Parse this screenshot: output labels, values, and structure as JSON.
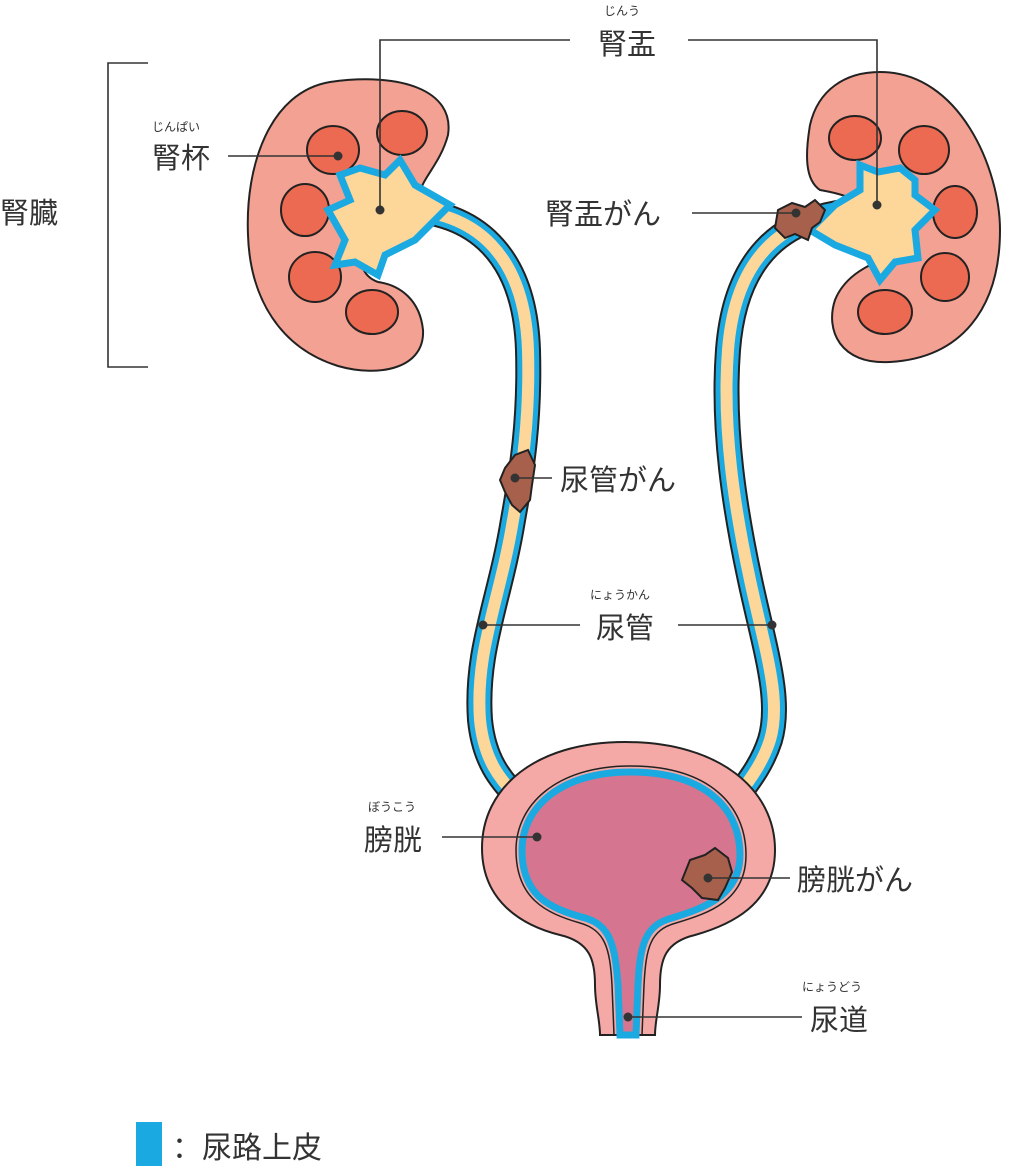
{
  "labels": {
    "kidney": "腎臓",
    "calyx": {
      "text": "腎杯",
      "ruby": "じんぱい"
    },
    "pelvis": {
      "text": "腎盂",
      "ruby": "じんう"
    },
    "pelvis_cancer": "腎盂がん",
    "ureter_cancer": "尿管がん",
    "ureter": {
      "text": "尿管",
      "ruby": "にょうかん"
    },
    "bladder": {
      "text": "膀胱",
      "ruby": "ぼうこう"
    },
    "bladder_cancer": "膀胱がん",
    "urethra": {
      "text": "尿道",
      "ruby": "にょうどう"
    }
  },
  "legend": {
    "text": "：尿路上皮",
    "swatch_color": "#1ba9e1"
  },
  "colors": {
    "kidney_cortex": "#f2a193",
    "kidney_medulla": "#ec6a52",
    "urine_space": "#fdd69a",
    "urothelium": "#1ba9e1",
    "bladder_wall": "#f4a9a6",
    "bladder_lumen": "#d6758f",
    "tumor": "#a7604b"
  }
}
